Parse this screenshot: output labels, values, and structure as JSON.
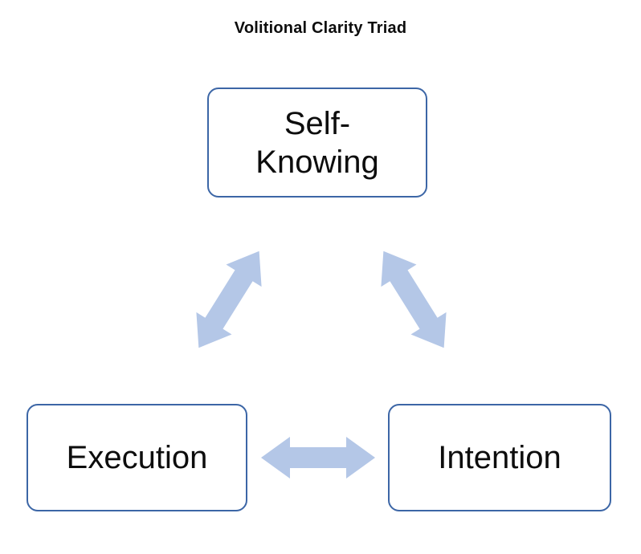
{
  "title": "Volitional Clarity Triad",
  "nodes": [
    {
      "id": "self-knowing",
      "label": "Self-Knowing"
    },
    {
      "id": "execution",
      "label": "Execution"
    },
    {
      "id": "intention",
      "label": "Intention"
    }
  ],
  "connectors": [
    {
      "id": "self-knowing-execution",
      "from": "Self-Knowing",
      "to": "Execution",
      "type": "double-arrow"
    },
    {
      "id": "self-knowing-intention",
      "from": "Self-Knowing",
      "to": "Intention",
      "type": "double-arrow"
    },
    {
      "id": "execution-intention",
      "from": "Execution",
      "to": "Intention",
      "type": "double-arrow"
    }
  ],
  "colors": {
    "page_bg": "#ffffff",
    "box_fill": "#ffffff",
    "box_border": "#3c66a6",
    "arrow_fill": "#b4c7e7",
    "title_text": "#0d0d0d",
    "node_text": "#0d0d0d"
  }
}
